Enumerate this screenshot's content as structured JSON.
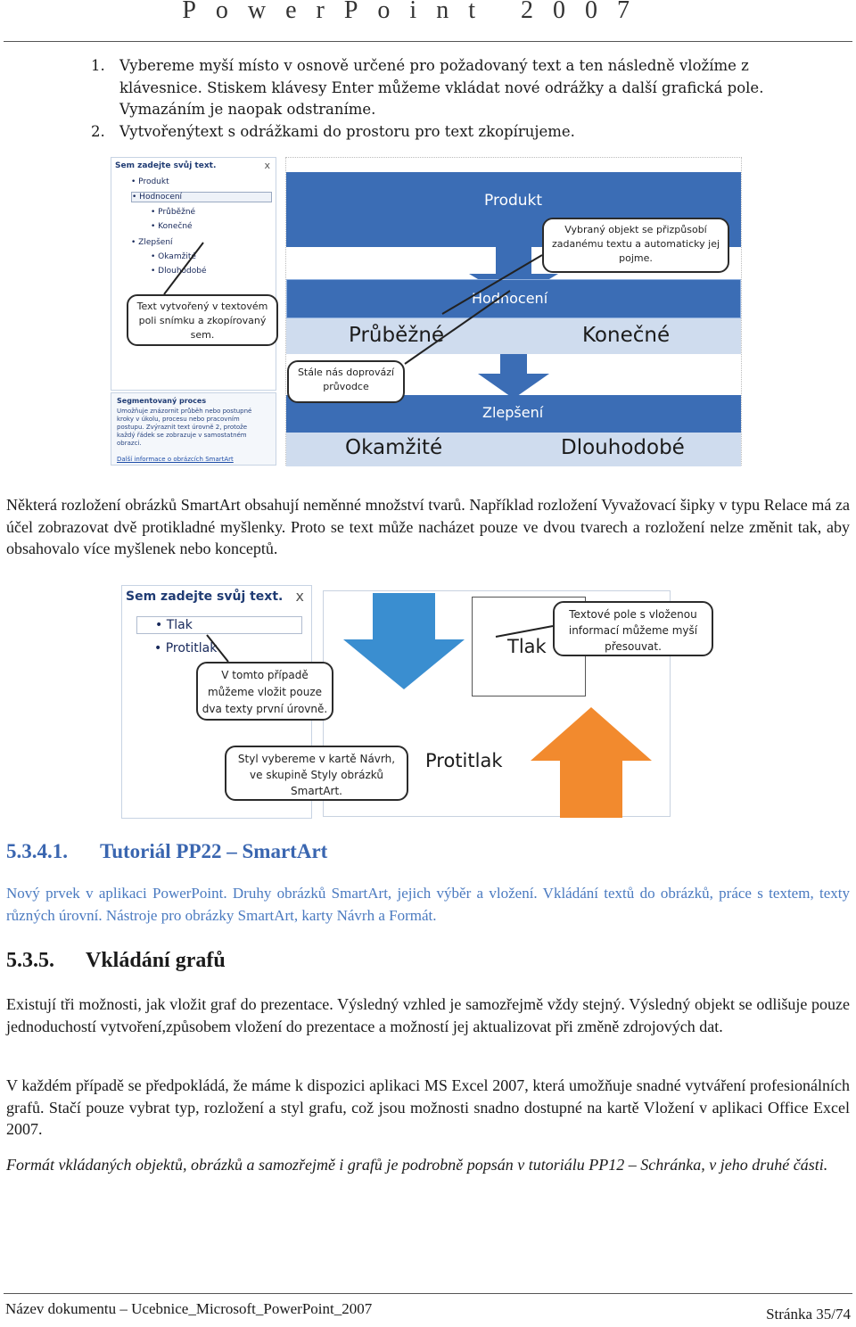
{
  "header": {
    "title": "PowerPoint 2007"
  },
  "steps": [
    {
      "num": "1.",
      "text": "Vybereme myší místo v osnově určené pro požadovaný text a ten následně vložíme z klávesnice. Stiskem klávesy Enter můžeme vkládat nové odrážky a další grafická pole. Vymazáním je naopak odstraníme."
    },
    {
      "num": "2.",
      "text": "Vytvořenýtext s odrážkami do prostoru pro text zkopírujeme."
    }
  ],
  "figure1": {
    "panel_title": "Sem zadejte svůj text.",
    "close_glyph": "x",
    "bullets": [
      "Produkt",
      "Hodnocení",
      "Průběžné",
      "Konečné",
      "Zlepšení",
      "Okamžité",
      "Dlouhodobé"
    ],
    "info_title": "Segmentovaný proces",
    "info_text": "Umožňuje znázornit průběh nebo postupné kroky v úkolu, procesu nebo pracovním postupu. Zvýraznit text úrovně 2, protože každý řádek se zobrazuje v samostatném obrazci.",
    "info_link": "Další informace o obrázcích SmartArt",
    "callout_left": "Text vytvořený v textovém poli snímku a zkopírovaný sem.",
    "callout_mid": "Stále nás doprovází průvodce",
    "callout_right": "Vybraný objekt se přizpůsobí zadanému textu a automaticky jej pojme.",
    "diagram": {
      "produkt": "Produkt",
      "hodnoceni": "Hodnocení",
      "prubezne": "Průběžné",
      "konecne": "Konečné",
      "zlepseni": "Zlepšení",
      "okamzite": "Okamžité",
      "dlouhodobe": "Dlouhodobé"
    }
  },
  "para1": "Některá rozložení obrázků SmartArt obsahují neměnné množství tvarů. Například rozložení Vyvažovací šipky v typu Relace má za účel zobrazovat dvě protikladné myšlenky. Proto se text může nacházet pouze ve dvou tvarech a rozložení nelze změnit tak, aby obsahovalo více myšlenek nebo konceptů.",
  "figure2": {
    "panel_title": "Sem zadejte svůj text.",
    "close_glyph": "x",
    "bullets": [
      "Tlak",
      "Protitlak"
    ],
    "callout_a": "V tomto případě můžeme vložit pouze dva texty první úrovně.",
    "callout_b": "Styl vybereme v kartě Návrh, ve skupině Styly obrázků SmartArt.",
    "callout_c": "Textové pole s vloženou informací můžeme myší přesouvat.",
    "label_tlak": "Tlak",
    "label_protitlak": "Protitlak",
    "arrow_down_color": "#3a8ed0",
    "arrow_up_color": "#f28a2e"
  },
  "section1": {
    "num": "5.3.4.1.",
    "title": "Tutoriál PP22 – SmartArt",
    "desc": "Nový prvek v aplikaci PowerPoint. Druhy obrázků SmartArt, jejich výběr a vložení. Vkládání textů do obrázků, práce s textem, texty různých úrovní. Nástroje pro obrázky SmartArt, karty Návrh a Formát."
  },
  "section2": {
    "num": "5.3.5.",
    "title": "Vkládání grafů",
    "p1": "Existují tři možnosti, jak vložit graf do prezentace. Výsledný vzhled je samozřejmě vždy stejný. Výsledný objekt se odlišuje pouze jednoduchostí vytvoření,způsobem vložení do prezentace a možností jej aktualizovat při změně zdrojových dat.",
    "p2": "V každém případě se předpokládá, že máme k dispozici aplikaci MS Excel 2007, která umožňuje snadné vytváření profesionálních grafů. Stačí pouze vybrat typ, rozložení a styl grafu, což jsou možnosti snadno dostupné na kartě Vložení v aplikaci Office Excel 2007.",
    "p3": "Formát vkládaných objektů, obrázků a samozřejmě i grafů je podrobně popsán v tutoriálu PP12 – Schránka, v jeho druhé části."
  },
  "footer": {
    "doc": "Název dokumentu – Ucebnice_Microsoft_PowerPoint_2007",
    "page": "Stránka 35/74"
  }
}
